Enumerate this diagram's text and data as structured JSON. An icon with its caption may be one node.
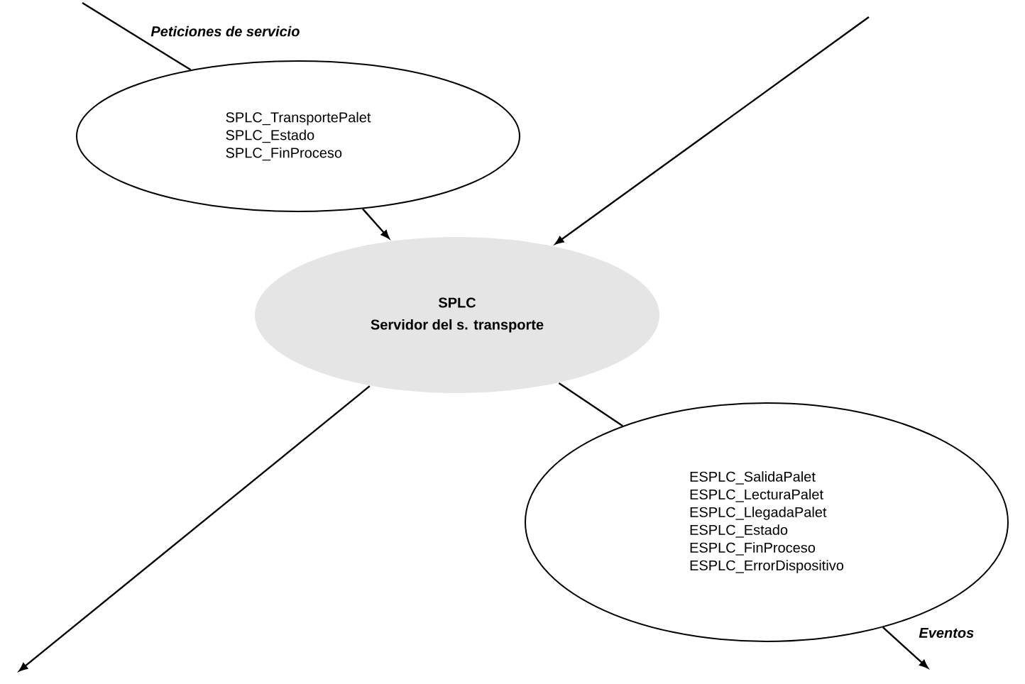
{
  "diagram": {
    "nodes": [
      {
        "text": [
          "SPLC_TransportePalet",
          "SPLC_Estado",
          "SPLC_FinProceso"
        ]
      },
      {
        "text": [
          "SPLC",
          "Servidor del s. transporte"
        ]
      },
      {
        "text": [
          "ESPLC_SalidaPalet",
          "ESPLC_LecturaPalet",
          "ESPLC_LlegadaPalet",
          "ESPLC_Estado",
          "ESPLC_FinProceso",
          "ESPLC_ErrorDispositivo"
        ]
      }
    ],
    "edges": [
      {
        "from": null,
        "to": 0,
        "arrow": "none",
        "label": "Peticiones de servicio"
      },
      {
        "from": 0,
        "to": 1,
        "arrow": "to"
      },
      {
        "from": null,
        "to": 1,
        "arrow": "to"
      },
      {
        "from": 1,
        "to": null,
        "arrow": "to"
      },
      {
        "from": 1,
        "to": 2,
        "arrow": "none"
      },
      {
        "from": 2,
        "to": null,
        "arrow": "to",
        "label": "Eventos"
      }
    ]
  }
}
